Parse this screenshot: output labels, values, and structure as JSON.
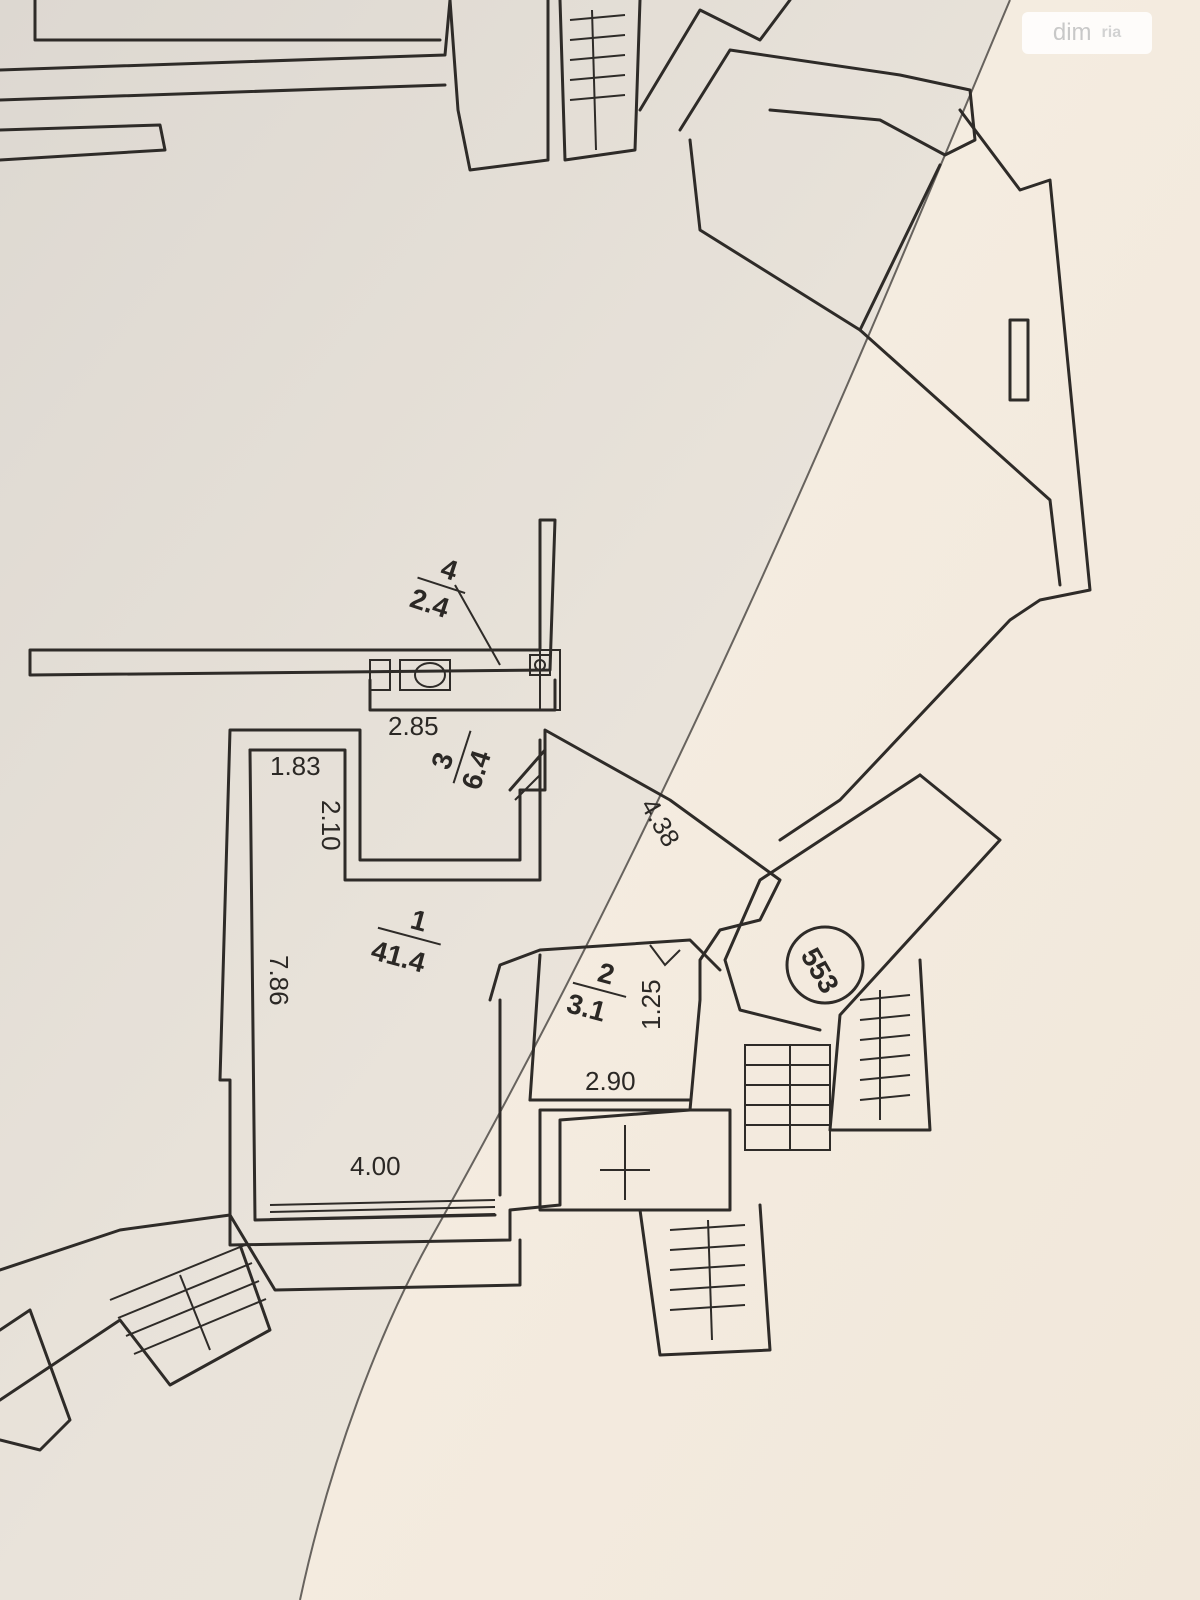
{
  "watermark": {
    "brand": "dim",
    "suffix": "ria"
  },
  "rooms": [
    {
      "id": "1",
      "area": "41.4"
    },
    {
      "id": "2",
      "area": "3.1"
    },
    {
      "id": "3",
      "area": "6.4"
    },
    {
      "id": "4",
      "area": "2.4"
    }
  ],
  "dimensions": {
    "d_2_85": "2.85",
    "d_1_83": "1.83",
    "d_2_10": "2.10",
    "d_4_38": "4.38",
    "d_7_86": "7.86",
    "d_4_00": "4.00",
    "d_2_90": "2.90",
    "d_1_25": "1.25"
  },
  "apartment_number": "553"
}
